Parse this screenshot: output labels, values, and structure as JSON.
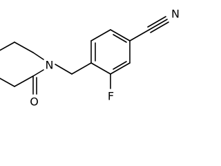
{
  "molecule": {
    "atoms": {
      "nitrogen_ring": "N",
      "oxygen": "O",
      "fluorine": "F",
      "nitrile_nitrogen": "N"
    }
  }
}
